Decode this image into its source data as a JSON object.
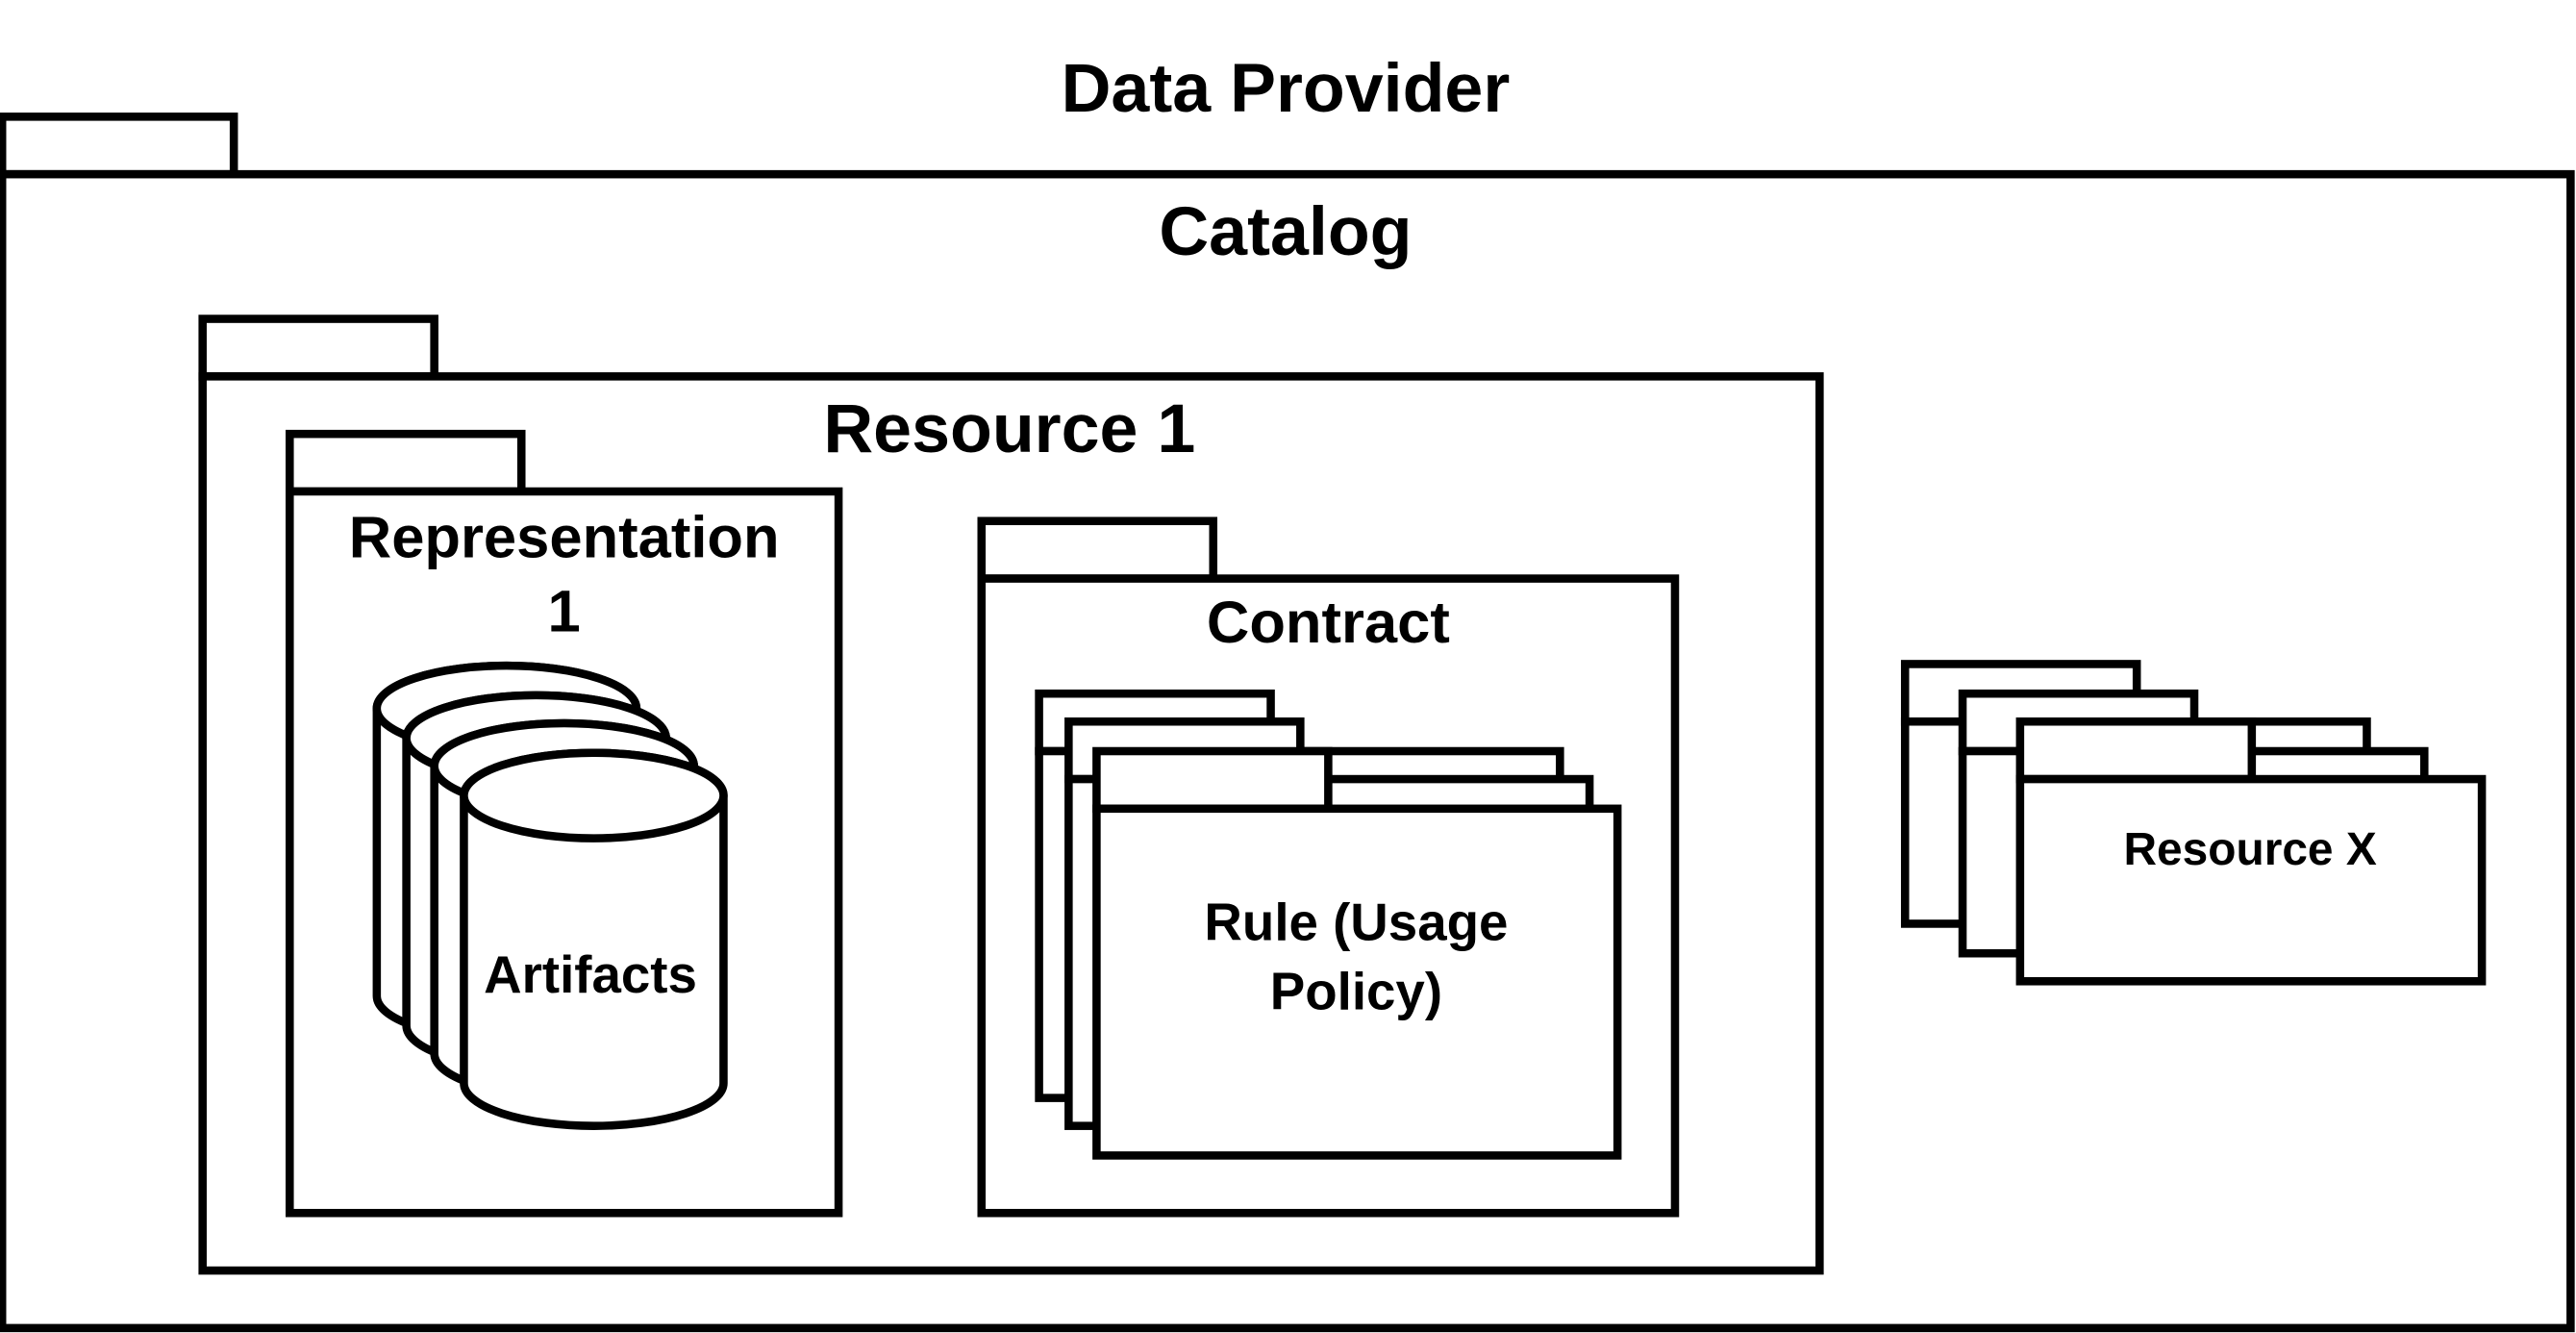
{
  "diagram": {
    "title": "Data Provider",
    "catalog": {
      "label": "Catalog"
    },
    "resource": {
      "label": "Resource 1"
    },
    "representation": {
      "label_line1": "Representation",
      "label_line2": "1"
    },
    "artifacts": {
      "label": "Artifacts"
    },
    "contract": {
      "label": "Contract"
    },
    "rule": {
      "label_line1": "Rule (Usage",
      "label_line2": "Policy)"
    },
    "resource_x": {
      "label": "Resource X"
    }
  },
  "colors": {
    "stroke": "#000000",
    "fill": "#ffffff"
  }
}
